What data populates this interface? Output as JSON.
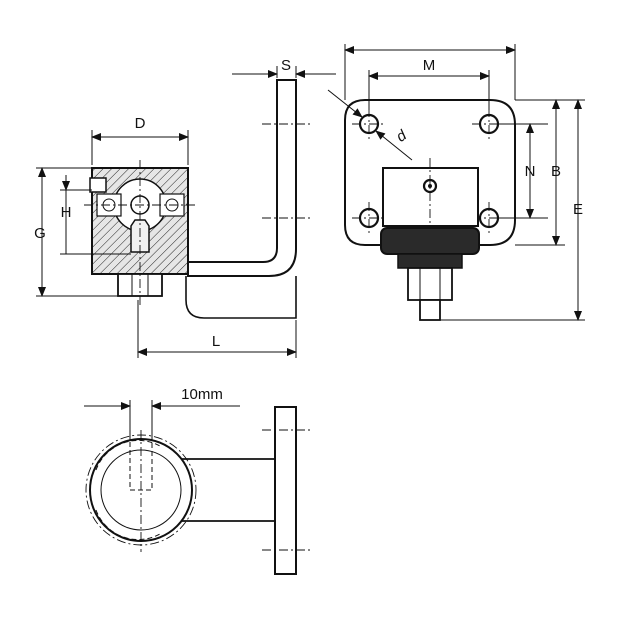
{
  "dimensions": {
    "d_width": "D",
    "g_height": "G",
    "h_height": "H",
    "s_thickness": "S",
    "l_length": "L",
    "m_spacing": "M",
    "n_spacing": "N",
    "b_height": "B",
    "e_height": "E",
    "d_hole": "d",
    "slot_width": "10mm"
  },
  "colors": {
    "line": "#111111",
    "hatch_fill": "#d9d9d9",
    "dark_part": "#2a2a2a"
  }
}
